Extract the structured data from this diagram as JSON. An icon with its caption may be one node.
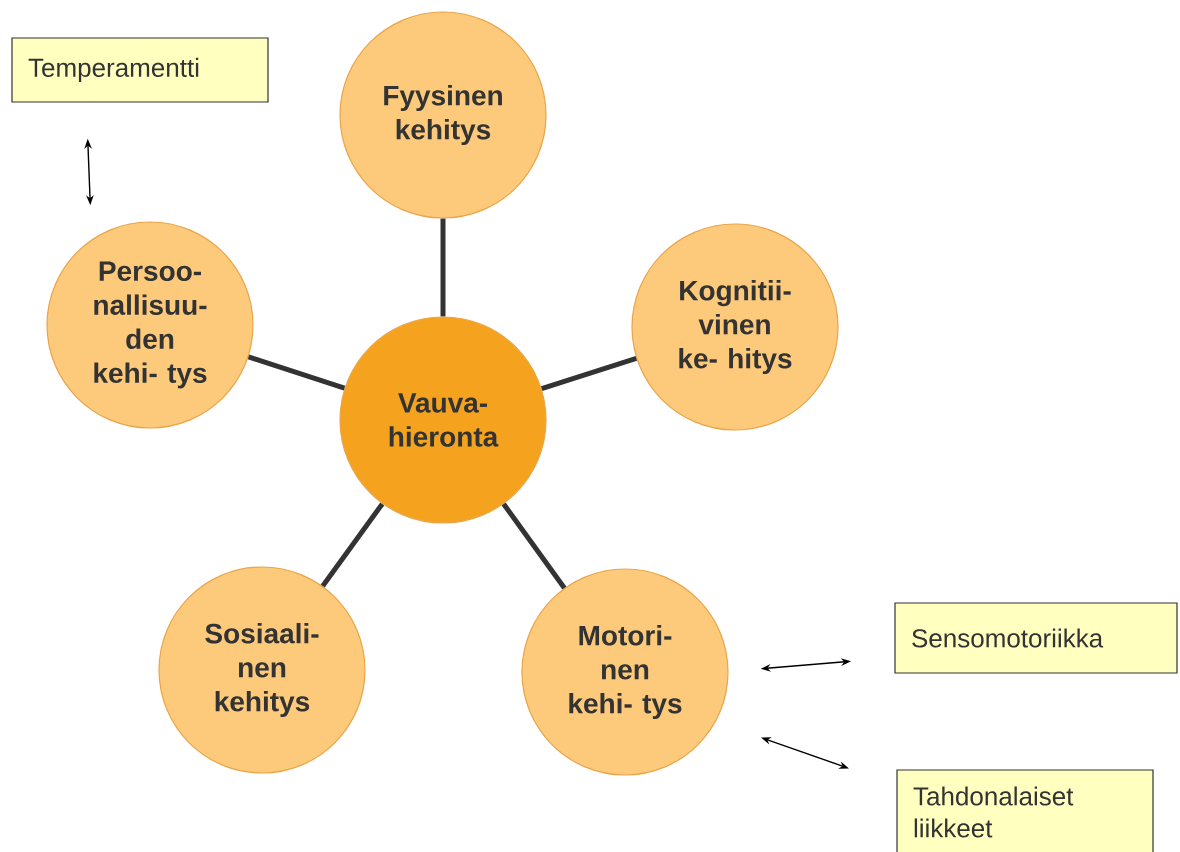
{
  "diagram": {
    "nodes": [
      {
        "text": [
          "Vauva- hieronta"
        ]
      },
      {
        "text": [
          "Fyysinen kehitys"
        ]
      },
      {
        "text": [
          "Kognitii- vinen ke- hitys"
        ]
      },
      {
        "text": [
          "Motori- nen kehi- tys"
        ]
      },
      {
        "text": [
          "Sosiaali- nen kehitys"
        ]
      },
      {
        "text": [
          "Persoo- nallisuu- den kehi- tys"
        ]
      },
      {
        "text": [
          "Temperamentti"
        ]
      },
      {
        "text": [
          "Sensomotoriikka"
        ]
      },
      {
        "text": [
          "Tahdonalaiset liikkeet"
        ]
      }
    ],
    "edges": [
      {
        "from": 0,
        "to": 1,
        "arrow": "none"
      },
      {
        "from": 0,
        "to": 2,
        "arrow": "none"
      },
      {
        "from": 0,
        "to": 3,
        "arrow": "none"
      },
      {
        "from": 0,
        "to": 4,
        "arrow": "none"
      },
      {
        "from": 0,
        "to": 5,
        "arrow": "none"
      },
      {
        "from": 6,
        "to": 5,
        "arrow": "both"
      },
      {
        "from": 3,
        "to": 7,
        "arrow": "both"
      },
      {
        "from": 3,
        "to": 8,
        "arrow": "both"
      }
    ]
  }
}
